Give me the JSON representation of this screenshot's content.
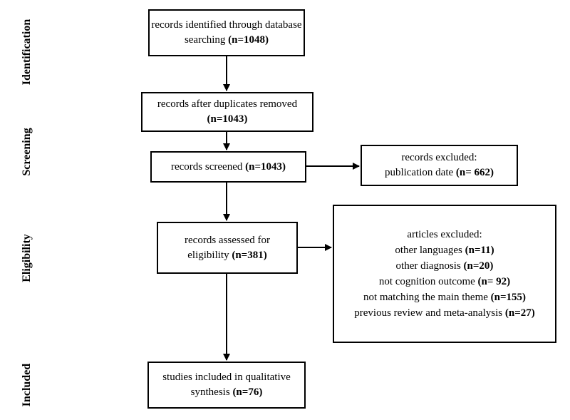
{
  "stages": {
    "identification": "Identification",
    "screening": "Screening",
    "eligibility": "Eligibility",
    "included": "Included"
  },
  "boxes": {
    "identified": {
      "text": "records identified through database searching ",
      "count": "(n=1048)"
    },
    "after_duplicates": {
      "text": "records after duplicates removed",
      "count": "(n=1043)"
    },
    "screened": {
      "text": "records screened ",
      "count": "(n=1043)"
    },
    "excluded_screen": {
      "text": "records excluded:",
      "text2": "publication date ",
      "count": "(n= 662)"
    },
    "assessed": {
      "text": "records assessed for eligibility ",
      "count": "(n=381)"
    },
    "articles_excluded": {
      "title": "articles excluded:",
      "items": [
        {
          "label": "other languages ",
          "count": "(n=11)"
        },
        {
          "label": "other diagnosis ",
          "count": "(n=20)"
        },
        {
          "label": "not cognition outcome ",
          "count": "(n= 92)"
        },
        {
          "label": "not matching the main theme ",
          "count": "(n=155)"
        },
        {
          "label": "previous review and meta-analysis ",
          "count": "(n=27)"
        }
      ]
    },
    "included": {
      "text": "studies included in qualitative synthesis ",
      "count": "(n=76)"
    }
  }
}
